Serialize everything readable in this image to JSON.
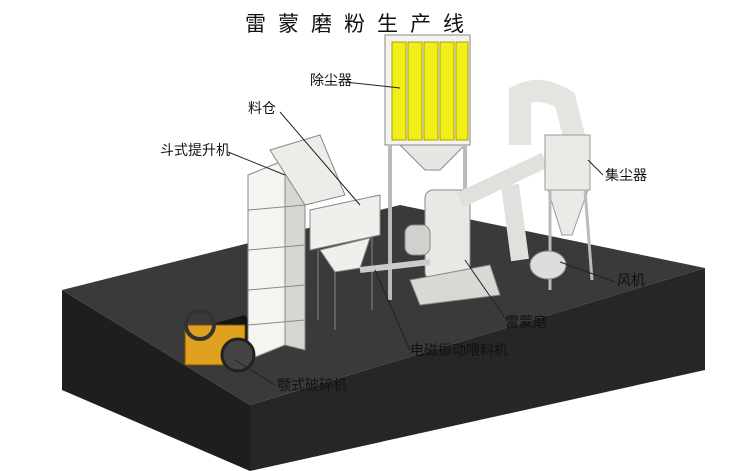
{
  "title": "雷蒙磨粉生产线",
  "labels": {
    "dust_remover": "除尘器",
    "silo": "料仓",
    "bucket_elevator": "斗式提升机",
    "cyclone_collector": "集尘器",
    "fan": "风机",
    "raymond_mill": "雷蒙磨",
    "vibrating_feeder": "电磁振动喂料机",
    "jaw_crusher": "颚式破碎机"
  },
  "colors": {
    "platform": "#2e2e2e",
    "machine": "#e8e8e4",
    "filter": "#f2ee1a",
    "crusher": "#e0a020"
  }
}
